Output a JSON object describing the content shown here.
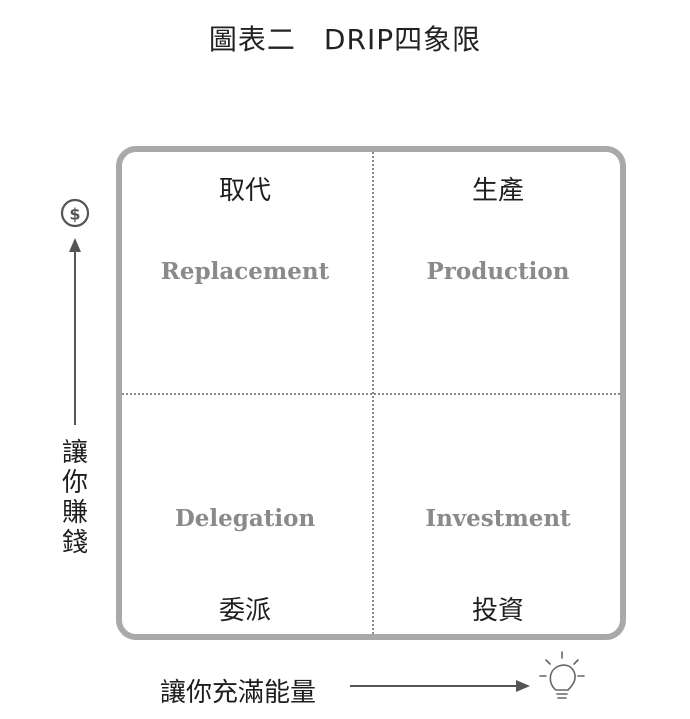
{
  "title": {
    "left": "圖表二",
    "right": "DRIP四象限"
  },
  "quadrants": {
    "top_left": {
      "zh": "取代",
      "en": "Replacement"
    },
    "top_right": {
      "zh": "生產",
      "en": "Production"
    },
    "bottom_left": {
      "zh": "委派",
      "en": "Delegation"
    },
    "bottom_right": {
      "zh": "投資",
      "en": "Investment"
    }
  },
  "axes": {
    "y_label_chars": [
      "讓",
      "你",
      "賺",
      "錢"
    ],
    "x_label": "讓你充滿能量",
    "y_icon": "dollar-circle-icon",
    "x_icon": "lightbulb-icon"
  },
  "colors": {
    "border": "#a9a9a9",
    "divider": "#8c8c8c",
    "english_text": "#8a8a8a",
    "text": "#1e1e1e"
  }
}
